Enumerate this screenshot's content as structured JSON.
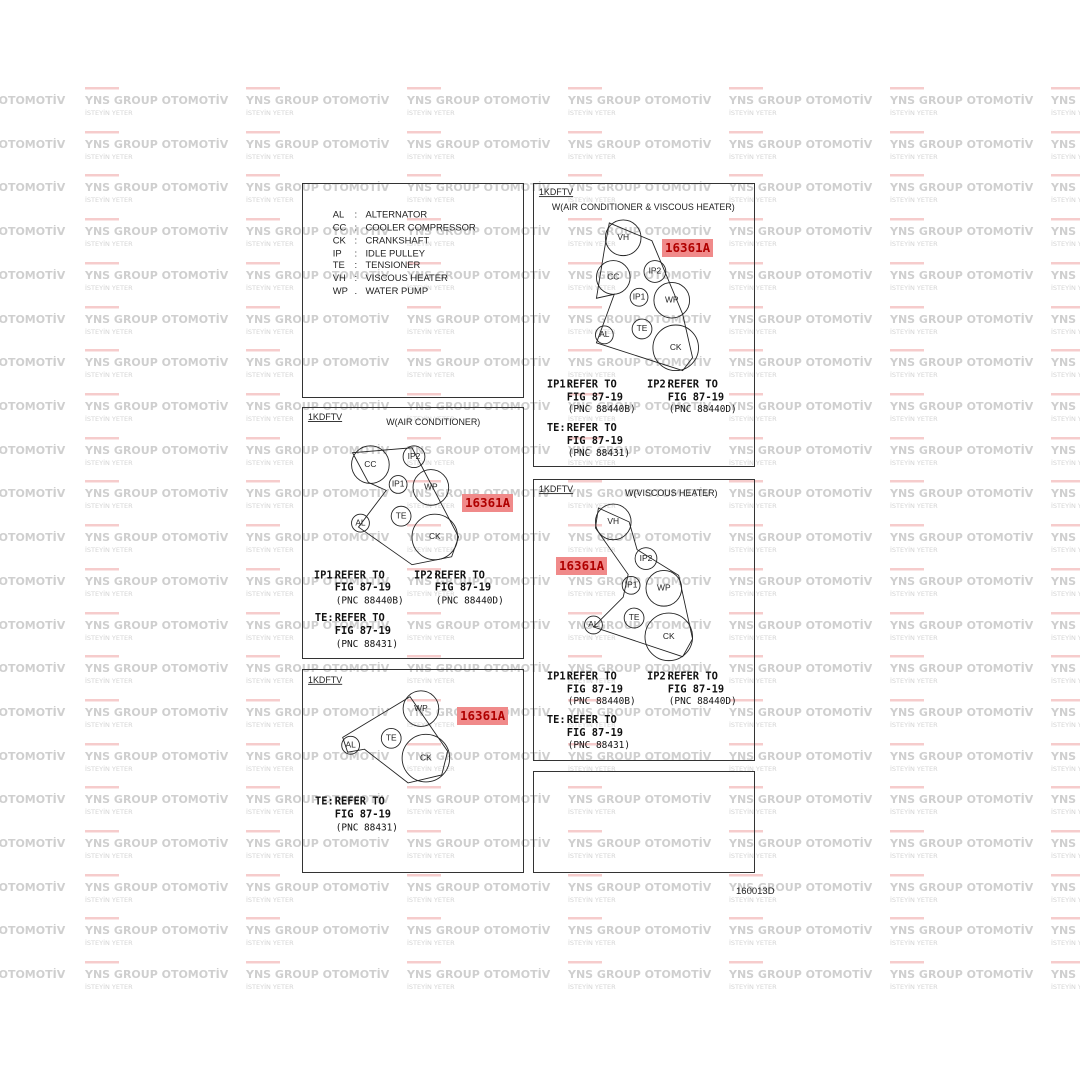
{
  "watermark": {
    "brand": "YNS GROUP OTOMOTİV",
    "slogan": "İSTEYİN YETER",
    "bar_color": "#f6cccc"
  },
  "legend": [
    {
      "code": "AL",
      "sep": ":",
      "name": "ALTERNATOR"
    },
    {
      "code": "CC",
      "sep": ":",
      "name": "COOLER COMPRESSOR"
    },
    {
      "code": "CK",
      "sep": ":",
      "name": "CRANKSHAFT"
    },
    {
      "code": "IP",
      "sep": ":",
      "name": "IDLE PULLEY"
    },
    {
      "code": "TE",
      "sep": ":",
      "name": "TENSIONER"
    },
    {
      "code": "VH",
      "sep": ":",
      "name": "VISCOUS HEATER"
    },
    {
      "code": "WP",
      "sep": ".",
      "name": "WATER PUMP"
    }
  ],
  "part_number": "16361A",
  "callout_color": "#f08a8a",
  "figure_number": "160013D",
  "panels": {
    "ac_vh": {
      "engine": "1KDFTV",
      "title": "W(AIR CONDITIONER & VISCOUS HEATER)",
      "pulleys": [
        "VH",
        "CC",
        "IP2",
        "IP1",
        "WP",
        "AL",
        "TE",
        "CK"
      ],
      "refs": [
        {
          "label": "IP1:",
          "l1": "REFER TO",
          "l2": "FIG 87-19",
          "l3": "(PNC 88440B)"
        },
        {
          "label": "IP2:",
          "l1": "REFER TO",
          "l2": "FIG 87-19",
          "l3": "(PNC 88440D)"
        },
        {
          "label": "TE:",
          "l1": "REFER TO",
          "l2": "FIG 87-19",
          "l3": "(PNC 88431)"
        }
      ]
    },
    "ac": {
      "engine": "1KDFTV",
      "title": "W(AIR CONDITIONER)",
      "pulleys": [
        "CC",
        "IP2",
        "IP1",
        "WP",
        "AL",
        "TE",
        "CK"
      ],
      "refs": [
        {
          "label": "IP1.",
          "l1": "REFER TO",
          "l2": "FIG 87-19",
          "l3": "(PNC 88440B)"
        },
        {
          "label": "IP2:",
          "l1": "REFER TO",
          "l2": "FIG 87-19",
          "l3": "(PNC 88440D)"
        },
        {
          "label": "TE:",
          "l1": "REFER TO",
          "l2": "FIG 87-19",
          "l3": "(PNC 88431)"
        }
      ]
    },
    "vh": {
      "engine": "1KDFTV",
      "title": "W(VISCOUS HEATER)",
      "pulleys": [
        "VH",
        "IP2",
        "IP1",
        "WP",
        "AL",
        "TE",
        "CK"
      ],
      "refs": [
        {
          "label": "IP1:",
          "l1": "REFER TO",
          "l2": "FIG 87-19",
          "l3": "(PNC 88440B)"
        },
        {
          "label": "IP2:",
          "l1": "REFER TO",
          "l2": "FIG 87-19",
          "l3": "(PNC 88440D)"
        },
        {
          "label": "TE:",
          "l1": "REFER TO",
          "l2": "FIG 87-19",
          "l3": "(PNC 88431)"
        }
      ]
    },
    "basic": {
      "engine": "1KDFTV",
      "pulleys": [
        "WP",
        "AL",
        "TE",
        "CK"
      ],
      "refs": [
        {
          "label": "TE:",
          "l1": "REFER TO",
          "l2": "FIG 87-19",
          "l3": "(PNC 88431)"
        }
      ]
    }
  }
}
